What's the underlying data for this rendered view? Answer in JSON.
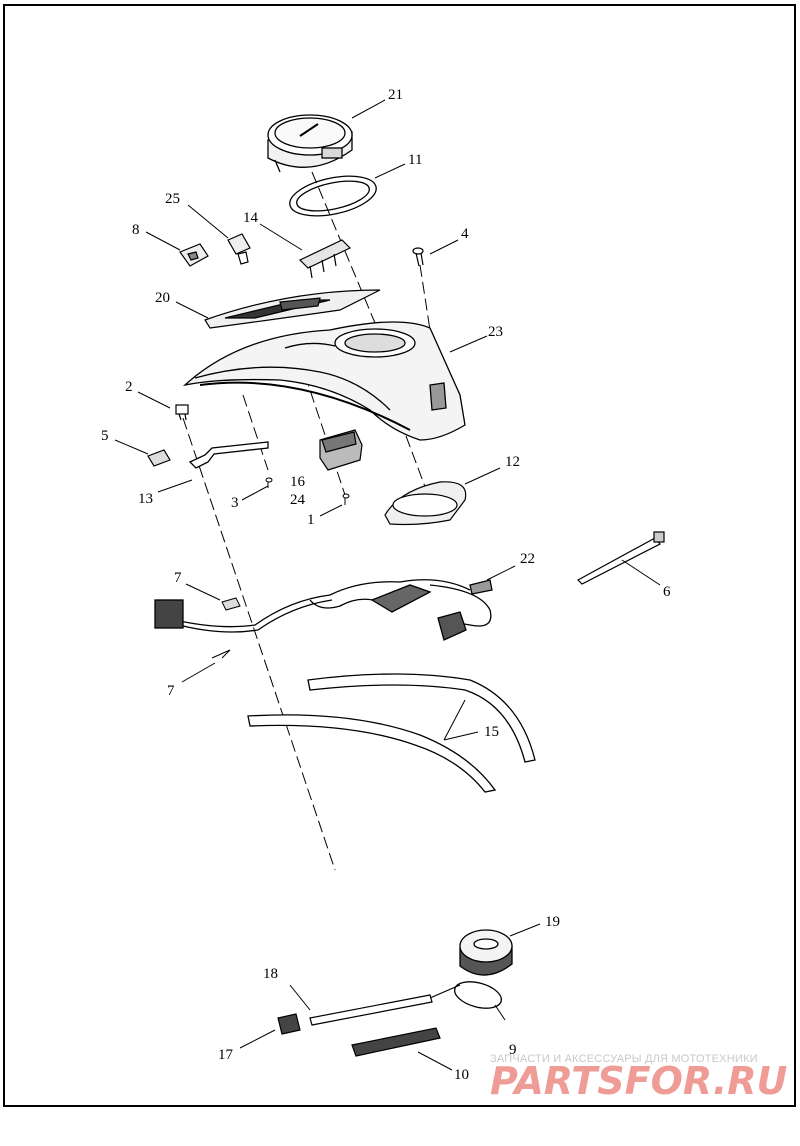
{
  "diagram": {
    "callouts": [
      {
        "id": "c21",
        "label": "21"
      },
      {
        "id": "c11",
        "label": "11"
      },
      {
        "id": "c25",
        "label": "25"
      },
      {
        "id": "c14",
        "label": "14"
      },
      {
        "id": "c8",
        "label": "8"
      },
      {
        "id": "c4",
        "label": "4"
      },
      {
        "id": "c20",
        "label": "20"
      },
      {
        "id": "c23",
        "label": "23"
      },
      {
        "id": "c2",
        "label": "2"
      },
      {
        "id": "c5",
        "label": "5"
      },
      {
        "id": "c13",
        "label": "13"
      },
      {
        "id": "c3",
        "label": "3"
      },
      {
        "id": "c16",
        "label": "16"
      },
      {
        "id": "c24",
        "label": "24"
      },
      {
        "id": "c1",
        "label": "1"
      },
      {
        "id": "c12",
        "label": "12"
      },
      {
        "id": "c22",
        "label": "22"
      },
      {
        "id": "c7a",
        "label": "7"
      },
      {
        "id": "c6",
        "label": "6"
      },
      {
        "id": "c7b",
        "label": "7"
      },
      {
        "id": "c15",
        "label": "15"
      },
      {
        "id": "c19",
        "label": "19"
      },
      {
        "id": "c18",
        "label": "18"
      },
      {
        "id": "c17",
        "label": "17"
      },
      {
        "id": "c9",
        "label": "9"
      },
      {
        "id": "c10",
        "label": "10"
      }
    ]
  },
  "watermark": {
    "tagline": "ЗАПЧАСТИ И АКСЕССУАРЫ ДЛЯ МОТОТЕХНИКИ",
    "logo": "PARTSFOR.RU"
  }
}
